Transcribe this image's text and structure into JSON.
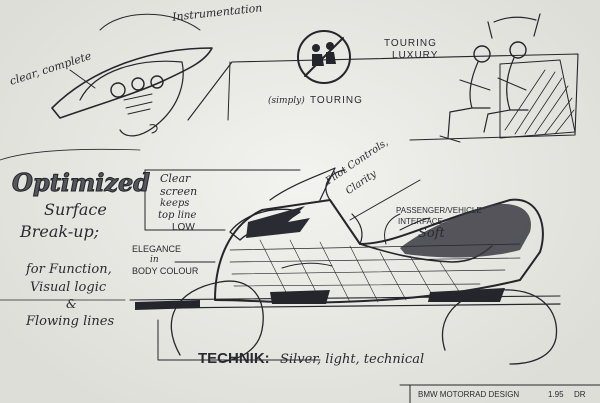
{
  "labels": {
    "instrumentation": "Instrumentation",
    "clear_complete": "clear, complete",
    "touring_luxury_1": "TOURING",
    "touring_luxury_2": "LUXURY",
    "simply_touring_prefix": "(simply)",
    "simply_touring": "TOURING",
    "optimized": "Optimized",
    "surface": "Surface",
    "break_up": "Break-up;",
    "for_function": "for Function,",
    "visual_logic": "Visual logic",
    "ampersand": "&",
    "flowing_lines": "Flowing lines",
    "clear_screen_1": "Clear",
    "clear_screen_2": "screen",
    "clear_screen_3": "keeps",
    "clear_screen_4": "top line",
    "clear_screen_5": "LOW",
    "pilot_controls_1": "Pilot Controls,",
    "pilot_controls_2": "Clarity",
    "passenger_1": "PASSENGER/VEHICLE",
    "passenger_2": "INTERFACE:",
    "passenger_3": "Soft",
    "elegance_1": "ELEGANCE",
    "elegance_2": "in",
    "elegance_3": "BODY COLOUR",
    "technik_label": "TECHNIK:",
    "technik_desc": "Silver, light, technical",
    "footer_studio": "BMW MOTORRAD DESIGN",
    "footer_date": "1.95",
    "footer_initials": "DR"
  },
  "colors": {
    "paper": "#ecece6",
    "ink": "#25252c"
  }
}
